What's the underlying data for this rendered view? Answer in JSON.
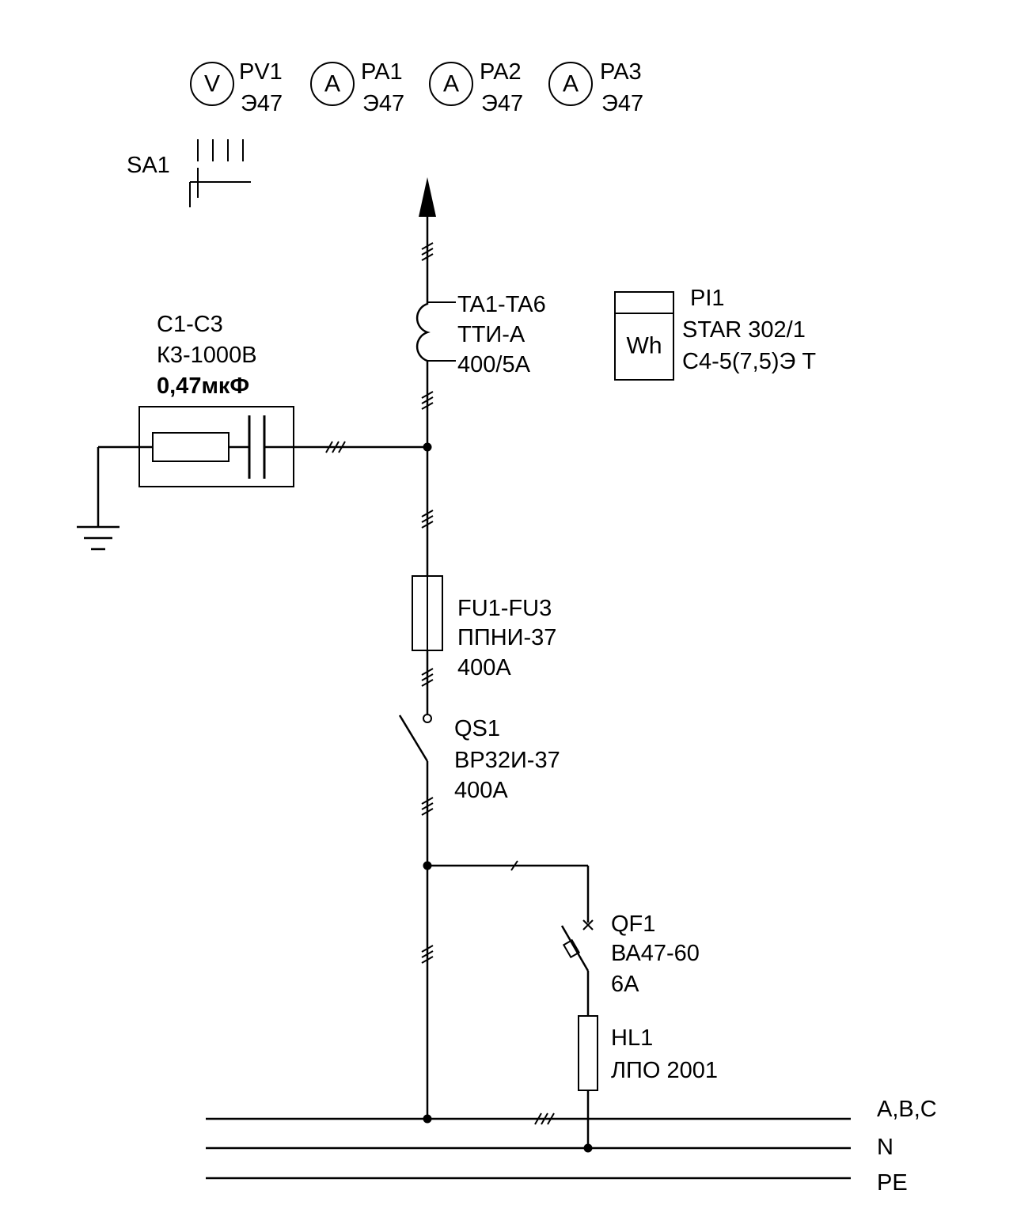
{
  "meters": [
    {
      "symbol": "V",
      "designation": "PV1",
      "type": "Э47"
    },
    {
      "symbol": "A",
      "designation": "PA1",
      "type": "Э47"
    },
    {
      "symbol": "A",
      "designation": "PA2",
      "type": "Э47"
    },
    {
      "symbol": "A",
      "designation": "PA3",
      "type": "Э47"
    }
  ],
  "switch_sa1": {
    "designation": "SA1"
  },
  "current_transformers": {
    "designation": "TA1-TA6",
    "type": "ТТИ-А",
    "ratio": "400/5А"
  },
  "energy_meter": {
    "designation": "PI1",
    "model": "STAR 302/1",
    "spec": "С4-5(7,5)Э Т",
    "symbol": "Wh"
  },
  "capacitors": {
    "designation": "C1-C3",
    "type": "К3-1000В",
    "value": "0,47мкФ"
  },
  "fuses": {
    "designation": "FU1-FU3",
    "type": "ППНИ-37",
    "rating": "400А"
  },
  "disconnector": {
    "designation": "QS1",
    "type": "ВР32И-37",
    "rating": "400А"
  },
  "breaker": {
    "designation": "QF1",
    "type": "ВА47-60",
    "rating": "6А"
  },
  "lamp": {
    "designation": "HL1",
    "type": "ЛПО 2001"
  },
  "buses": [
    {
      "label": "A,B,C"
    },
    {
      "label": "N"
    },
    {
      "label": "PE"
    }
  ]
}
